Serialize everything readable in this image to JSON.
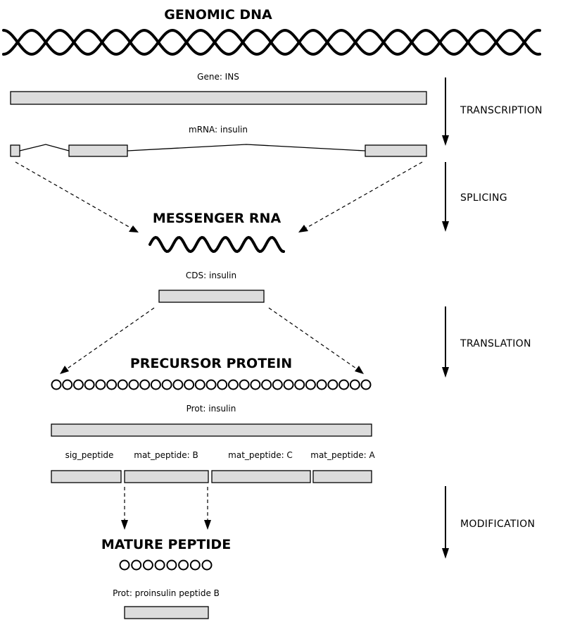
{
  "colors": {
    "box_fill": "#dcdcdc",
    "line": "#000000"
  },
  "headings": {
    "genomic_dna": "GENOMIC DNA",
    "messenger_rna": "MESSENGER RNA",
    "precursor_protein": "PRECURSOR PROTEIN",
    "mature_peptide": "MATURE PEPTIDE"
  },
  "labels": {
    "gene": "Gene: INS",
    "mrna": "mRNA: insulin",
    "cds": "CDS: insulin",
    "prot": "Prot: insulin",
    "sig_peptide": "sig_peptide",
    "mat_peptide_b": "mat_peptide: B",
    "mat_peptide_c": "mat_peptide: C",
    "mat_peptide_a": "mat_peptide: A",
    "prot_mature": "Prot: proinsulin peptide B"
  },
  "steps": {
    "transcription": "TRANSCRIPTION",
    "splicing": "SPLICING",
    "translation": "TRANSLATION",
    "modification": "MODIFICATION"
  },
  "precursor_residue_count": 29,
  "mature_residue_count": 8
}
